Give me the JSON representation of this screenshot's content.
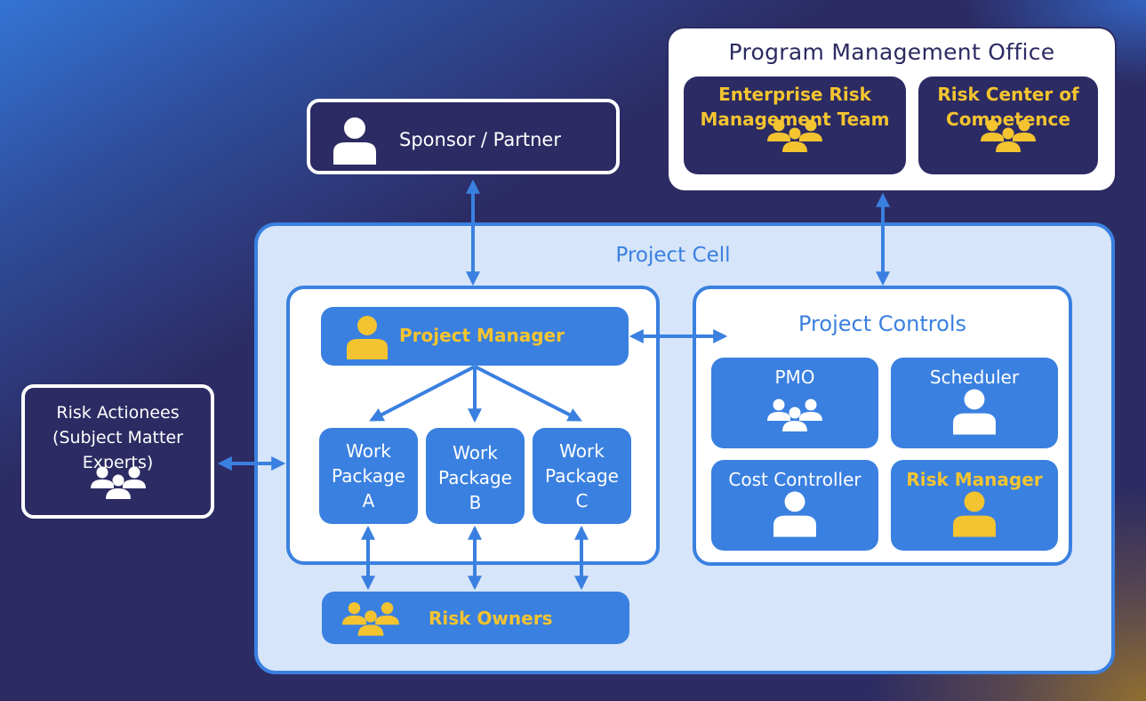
{
  "colors": {
    "navy": "#2c2b63",
    "accent_blue": "#3a80e0",
    "cell_fill": "#d6e5f9",
    "gold": "#f4c430",
    "white": "#ffffff"
  },
  "program_office": {
    "title": "Program Management Office",
    "teams": [
      {
        "label_line1": "Enterprise Risk",
        "label_line2": "Management Team",
        "icon": "group-icon"
      },
      {
        "label_line1": "Risk Center of",
        "label_line2": "Competence",
        "icon": "group-icon"
      }
    ]
  },
  "sponsor": {
    "label": "Sponsor / Partner",
    "icon": "person-icon"
  },
  "risk_actionees": {
    "line1": "Risk Actionees",
    "line2": "(Subject Matter",
    "line3": "Experts)",
    "icon": "group-icon"
  },
  "project_cell": {
    "title": "Project Cell",
    "project_manager": {
      "label": "Project Manager",
      "icon": "person-icon"
    },
    "work_packages": [
      {
        "line1": "Work",
        "line2": "Package",
        "line3": "A"
      },
      {
        "line1": "Work",
        "line2": "Package",
        "line3": "B"
      },
      {
        "line1": "Work",
        "line2": "Package",
        "line3": "C"
      }
    ],
    "risk_owners": {
      "label": "Risk Owners",
      "icon": "group-icon"
    },
    "project_controls": {
      "title": "Project Controls",
      "roles": [
        {
          "label": "PMO",
          "icon": "group-icon",
          "highlight": false
        },
        {
          "label": "Scheduler",
          "icon": "person-icon",
          "highlight": false
        },
        {
          "label": "Cost Controller",
          "icon": "person-icon",
          "highlight": false
        },
        {
          "label": "Risk Manager",
          "icon": "person-icon",
          "highlight": true
        }
      ]
    }
  },
  "connections": [
    {
      "from": "Sponsor / Partner",
      "to": "Project Manager group",
      "type": "bidirectional"
    },
    {
      "from": "Program Management Office",
      "to": "Project Controls",
      "type": "bidirectional"
    },
    {
      "from": "Project Manager",
      "to": "Project Controls",
      "type": "bidirectional"
    },
    {
      "from": "Risk Actionees",
      "to": "Project Manager group",
      "type": "bidirectional"
    },
    {
      "from": "Project Manager",
      "to": "Work Package A",
      "type": "directed"
    },
    {
      "from": "Project Manager",
      "to": "Work Package B",
      "type": "directed"
    },
    {
      "from": "Project Manager",
      "to": "Work Package C",
      "type": "directed"
    },
    {
      "from": "Work Package A",
      "to": "Risk Owners",
      "type": "bidirectional"
    },
    {
      "from": "Work Package B",
      "to": "Risk Owners",
      "type": "bidirectional"
    },
    {
      "from": "Work Package C",
      "to": "Risk Owners",
      "type": "bidirectional"
    }
  ]
}
